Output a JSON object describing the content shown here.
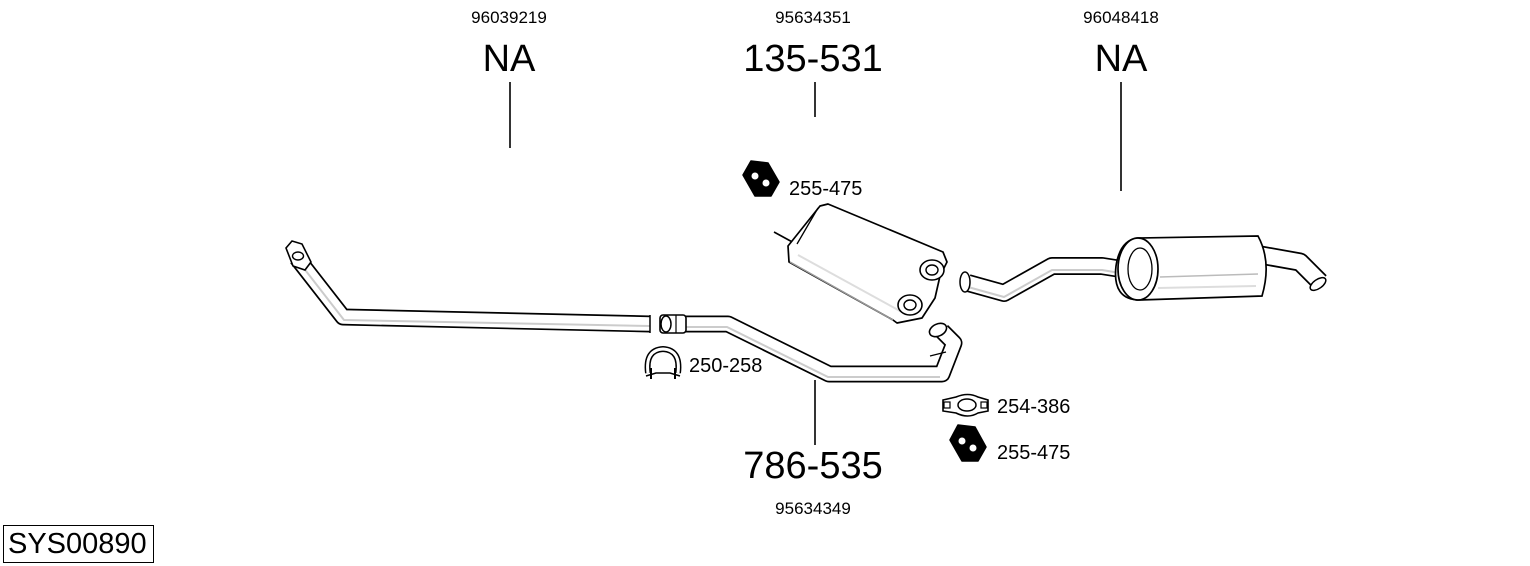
{
  "system_code": "SYS00890",
  "parts": [
    {
      "oe_number": "96039219",
      "part_number": "NA"
    },
    {
      "oe_number": "95634351",
      "part_number": "135-531"
    },
    {
      "oe_number": "96048418",
      "part_number": "NA"
    },
    {
      "oe_number": "95634349",
      "part_number": "786-535"
    }
  ],
  "accessories": [
    {
      "code": "255-475",
      "icon": "rubber-mount-icon"
    },
    {
      "code": "250-258",
      "icon": "u-clamp-icon"
    },
    {
      "code": "254-386",
      "icon": "flange-clamp-icon"
    },
    {
      "code": "255-475",
      "icon": "rubber-mount-icon"
    }
  ]
}
